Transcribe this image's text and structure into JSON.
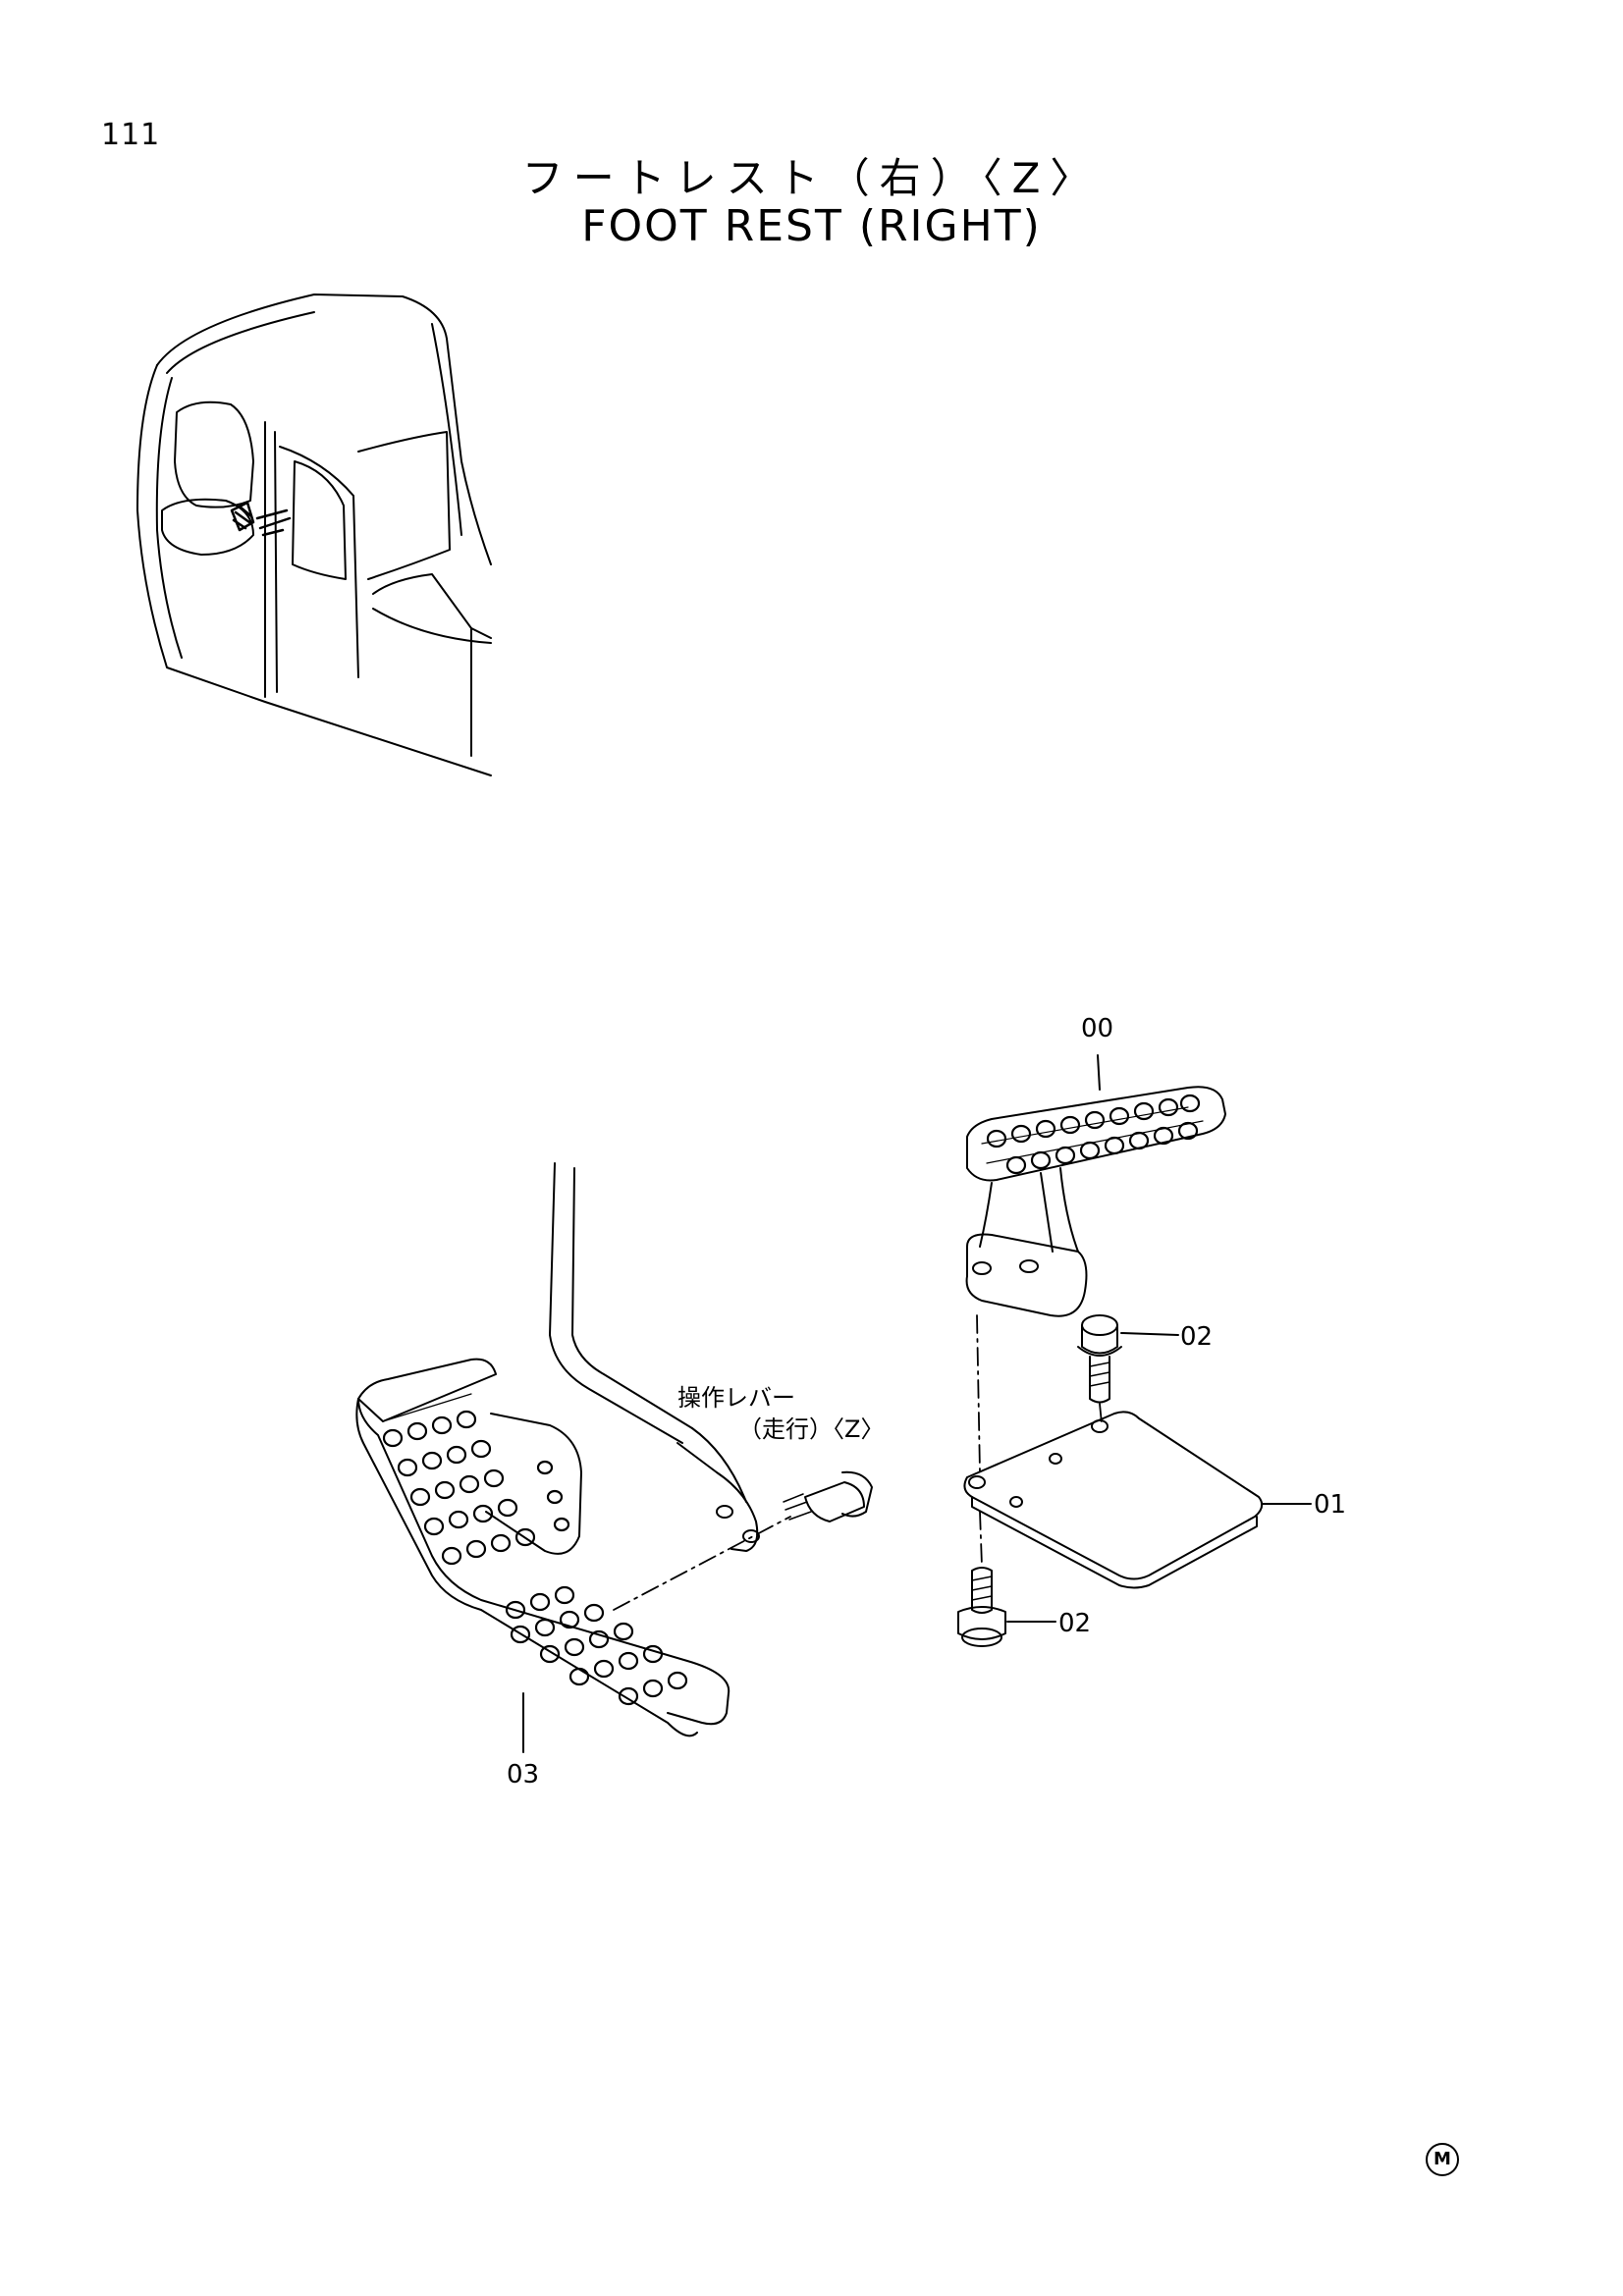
{
  "page": {
    "number": "111"
  },
  "title": {
    "japanese": "フートレスト（右）〈Z〉",
    "english": "FOOT REST (RIGHT)"
  },
  "callouts": {
    "part_00": "00",
    "part_01": "01",
    "part_02_upper": "02",
    "part_02_lower": "02",
    "part_03": "03"
  },
  "annotations": {
    "lever_line1": "操作レバー",
    "lever_line2": "（走行）〈Z〉"
  },
  "footer": {
    "mark": "M"
  }
}
